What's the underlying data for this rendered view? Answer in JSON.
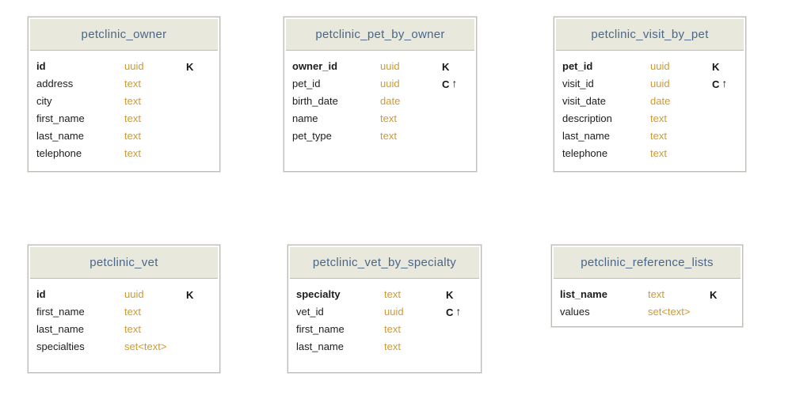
{
  "diagram": {
    "kind": "cassandra-table-schema-diagram",
    "key_legend": {
      "partition_key_marker": "K",
      "clustering_key_marker": "C",
      "ascending_arrow": "↑"
    },
    "colors": {
      "header_bg": "#e8e8dc",
      "title_text": "#4a6789",
      "type_text": "#cf9a2e",
      "border": "#bdbdb7",
      "field_text": "#1c1c1c",
      "key_marker_text": "#141414",
      "body_bg": "#ffffff"
    },
    "tables": [
      {
        "name": "petclinic_owner",
        "columns": [
          {
            "field": "id",
            "type": "uuid",
            "key": "K",
            "key_arrow": ""
          },
          {
            "field": "address",
            "type": "text",
            "key": "",
            "key_arrow": ""
          },
          {
            "field": "city",
            "type": "text",
            "key": "",
            "key_arrow": ""
          },
          {
            "field": "first_name",
            "type": "text",
            "key": "",
            "key_arrow": ""
          },
          {
            "field": "last_name",
            "type": "text",
            "key": "",
            "key_arrow": ""
          },
          {
            "field": "telephone",
            "type": "text",
            "key": "",
            "key_arrow": ""
          }
        ]
      },
      {
        "name": "petclinic_pet_by_owner",
        "columns": [
          {
            "field": "owner_id",
            "type": "uuid",
            "key": "K",
            "key_arrow": ""
          },
          {
            "field": "pet_id",
            "type": "uuid",
            "key": "C",
            "key_arrow": "↑"
          },
          {
            "field": "birth_date",
            "type": "date",
            "key": "",
            "key_arrow": ""
          },
          {
            "field": "name",
            "type": "text",
            "key": "",
            "key_arrow": ""
          },
          {
            "field": "pet_type",
            "type": "text",
            "key": "",
            "key_arrow": ""
          }
        ]
      },
      {
        "name": "petclinic_visit_by_pet",
        "columns": [
          {
            "field": "pet_id",
            "type": "uuid",
            "key": "K",
            "key_arrow": ""
          },
          {
            "field": "visit_id",
            "type": "uuid",
            "key": "C",
            "key_arrow": "↑"
          },
          {
            "field": "visit_date",
            "type": "date",
            "key": "",
            "key_arrow": ""
          },
          {
            "field": "description",
            "type": "text",
            "key": "",
            "key_arrow": ""
          },
          {
            "field": "last_name",
            "type": "text",
            "key": "",
            "key_arrow": ""
          },
          {
            "field": "telephone",
            "type": "text",
            "key": "",
            "key_arrow": ""
          }
        ]
      },
      {
        "name": "petclinic_vet",
        "columns": [
          {
            "field": "id",
            "type": "uuid",
            "key": "K",
            "key_arrow": ""
          },
          {
            "field": "first_name",
            "type": "text",
            "key": "",
            "key_arrow": ""
          },
          {
            "field": "last_name",
            "type": "text",
            "key": "",
            "key_arrow": ""
          },
          {
            "field": "specialties",
            "type": "set<text>",
            "key": "",
            "key_arrow": ""
          }
        ]
      },
      {
        "name": "petclinic_vet_by_specialty",
        "columns": [
          {
            "field": "specialty",
            "type": "text",
            "key": "K",
            "key_arrow": ""
          },
          {
            "field": "vet_id",
            "type": "uuid",
            "key": "C",
            "key_arrow": "↑"
          },
          {
            "field": "first_name",
            "type": "text",
            "key": "",
            "key_arrow": ""
          },
          {
            "field": "last_name",
            "type": "text",
            "key": "",
            "key_arrow": ""
          }
        ]
      },
      {
        "name": "petclinic_reference_lists",
        "columns": [
          {
            "field": "list_name",
            "type": "text",
            "key": "K",
            "key_arrow": ""
          },
          {
            "field": "values",
            "type": "set<text>",
            "key": "",
            "key_arrow": ""
          }
        ]
      }
    ]
  }
}
